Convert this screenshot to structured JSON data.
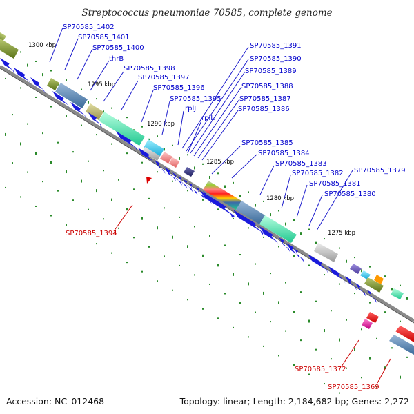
{
  "title": "Streptococcus pneumoniae 70585, complete genome",
  "footer": {
    "accession": "Accession: NC_012468",
    "summary": "Topology: linear; Length: 2,184,682 bp; Genes: 2,272"
  },
  "colors": {
    "forward_gene": "#1a1adc",
    "reverse_gene": "#1a1adc",
    "label_blue": "#0000cc",
    "label_red": "#cc0000",
    "backbone": "#777777",
    "tick_green": "#2a8a2a"
  },
  "ruler": [
    "1300 kbp",
    "1295 kbp",
    "1290 kbp",
    "1285 kbp",
    "1280 kbp",
    "1275 kbp"
  ],
  "labels_blue": [
    "SP70585_1402",
    "SP70585_1401",
    "SP70585_1400",
    "thrB",
    "SP70585_1398",
    "SP70585_1397",
    "SP70585_1396",
    "SP70585_1395",
    "rplJ",
    "rplL",
    "SP70585_1391",
    "SP70585_1390",
    "SP70585_1389",
    "SP70585_1388",
    "SP70585_1387",
    "SP70585_1386",
    "SP70585_1385",
    "SP70585_1384",
    "SP70585_1383",
    "SP70585_1382",
    "SP70585_1381",
    "SP70585_1380",
    "SP70585_1379"
  ],
  "labels_red": [
    "SP70585_1394",
    "SP70585_1372",
    "SP70585_1369"
  ]
}
